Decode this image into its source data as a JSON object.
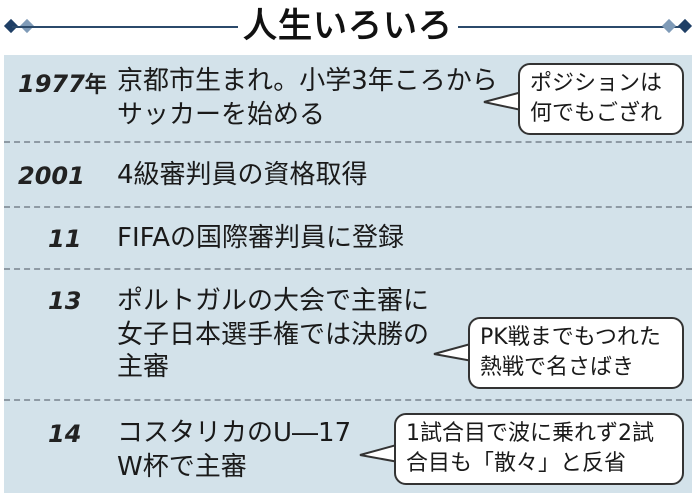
{
  "title": "人生いろいろ",
  "rows": [
    {
      "year": "1977",
      "year_suffix": "年",
      "lines": [
        "京都市生まれ。小学3年ころから",
        "サッカーを始める"
      ],
      "bubble": [
        "ポジションは",
        "何でもござれ"
      ]
    },
    {
      "year": "2001",
      "lines": [
        "4級審判員の資格取得"
      ]
    },
    {
      "year": "11",
      "lines": [
        "FIFAの国際審判員に登録"
      ]
    },
    {
      "year": "13",
      "lines": [
        "ポルトガルの大会で主審に",
        "女子日本選手権では決勝の",
        "主審"
      ],
      "bubble": [
        "PK戦までもつれた",
        "熱戦で名さばき"
      ]
    },
    {
      "year": "14",
      "lines": [
        "コスタリカのU―17",
        "W杯で主審"
      ],
      "bubble": [
        "1試合目で波に乗れず2試",
        "合目も「散々」と反省"
      ]
    }
  ]
}
